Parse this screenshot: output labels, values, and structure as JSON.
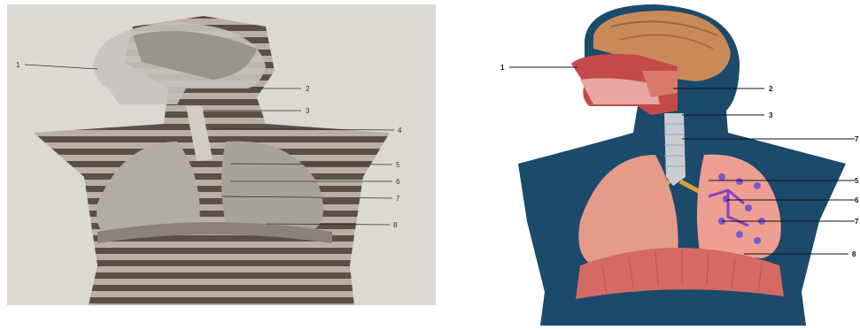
{
  "left_diagram": {
    "labels": [
      "1",
      "2",
      "3",
      "4",
      "5",
      "6",
      "7",
      "8"
    ],
    "style": "grayscale photograph with horizontal stripes"
  },
  "right_diagram": {
    "labels": [
      "1",
      "2",
      "3",
      "7",
      "5",
      "6",
      "7",
      "8"
    ],
    "colors": {
      "body": "#1b4a6b",
      "brain": "#c98a5a",
      "lung": "#e59a8a",
      "diaphragm": "#d46a63",
      "trachea": "#c9ccd2",
      "bronchi": "#e0a030"
    }
  }
}
